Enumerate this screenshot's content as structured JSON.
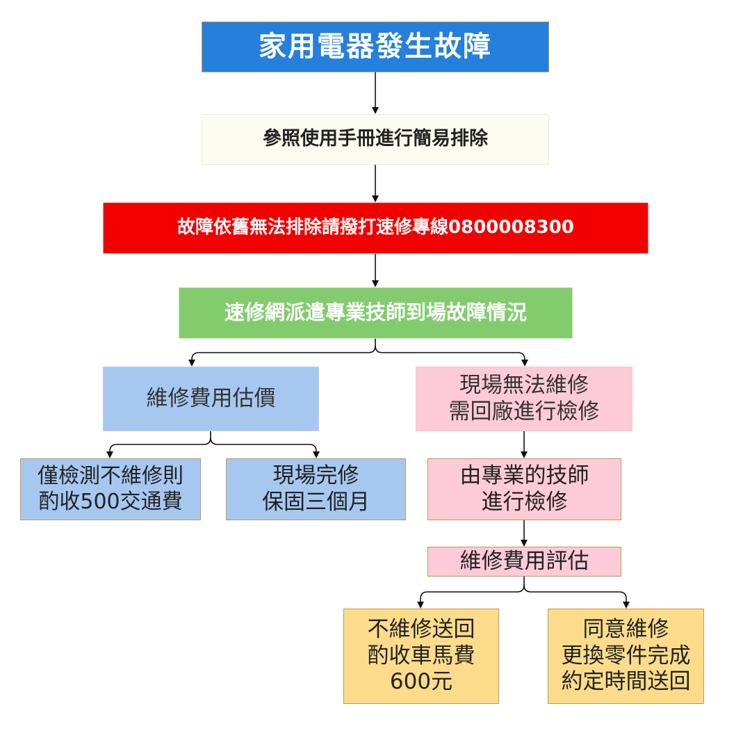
{
  "nodes": {
    "title": "家用電器發生故障",
    "manual": "參照使用手冊進行簡易排除",
    "hotline": "故障依舊無法排除請撥打速修專線0800008300",
    "dispatch": "速修網派遣專業技師到場故障情況",
    "estimate": "維修費用估價",
    "factory": [
      "現場無法維修",
      "需回廠進行檢修"
    ],
    "inspect": [
      "僅檢測不維修則",
      "酌收500交通費"
    ],
    "onsite": [
      "現場完修",
      "保固三個月"
    ],
    "tech": [
      "由專業的技師",
      "進行檢修"
    ],
    "eval": "維修費用評估",
    "return": [
      "不維修送回",
      "酌收車馬費",
      "600元"
    ],
    "agree": [
      "同意維修",
      "更換零件完成",
      "約定時間送回"
    ]
  },
  "colors": {
    "title_fill": "#2480dc",
    "manual_fill": "#fdfcf0",
    "hotline_fill": "#f20000",
    "dispatch_fill": "#82cc6e",
    "blue_fill": "#a6c8f0",
    "pink_fill": "#fccbd7",
    "yellow_fill": "#fcdc8a",
    "arrow": "#111111"
  }
}
